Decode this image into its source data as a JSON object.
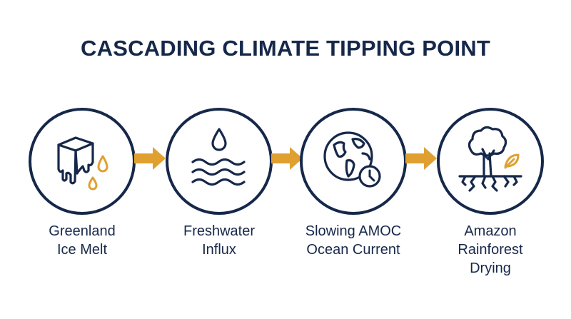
{
  "title": "CASCADING CLIMATE TIPPING POINT",
  "colors": {
    "navy": "#16284a",
    "accent_orange": "#e0a030"
  },
  "stages": [
    {
      "icon": "melting-ice-cube-icon",
      "lines": [
        "Greenland",
        "Ice Melt"
      ]
    },
    {
      "icon": "water-drop-waves-icon",
      "lines": [
        "Freshwater",
        "Influx"
      ]
    },
    {
      "icon": "globe-slowing-clock-icon",
      "lines": [
        "Slowing AMOC",
        "Ocean Current"
      ]
    },
    {
      "icon": "drying-tree-leaf-icon",
      "lines": [
        "Amazon",
        "Rainforest",
        "Drying"
      ]
    }
  ],
  "connector_icon": "right-arrow-icon"
}
